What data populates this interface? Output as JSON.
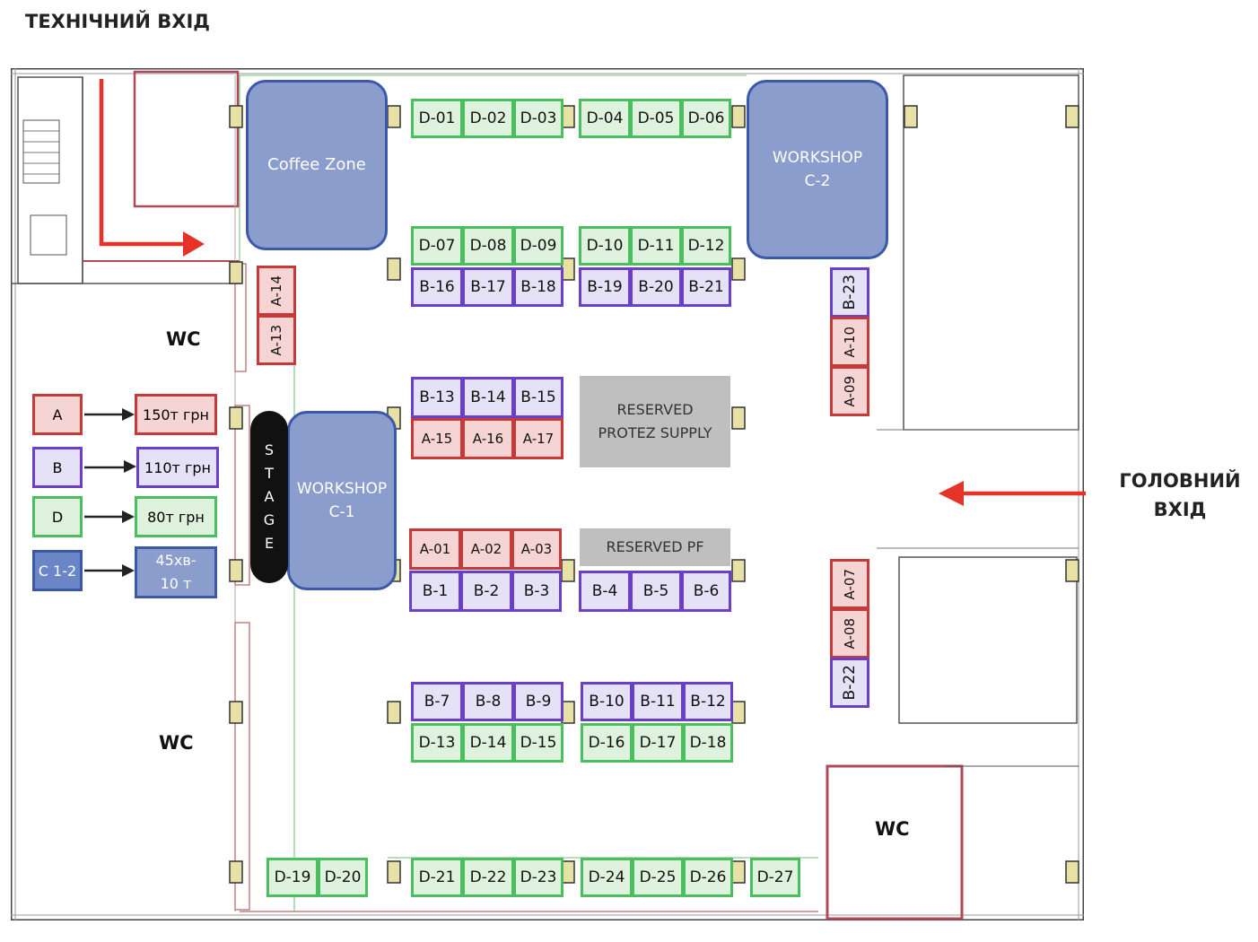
{
  "titles": {
    "technical_entrance": "ТЕХНІЧНИЙ ВХІД",
    "main_entrance_line1": "ГОЛОВНИЙ",
    "main_entrance_line2": "ВХІД"
  },
  "colors": {
    "D": "#4bbf5f",
    "B": "#6a3fc9",
    "A": "#c63a3a",
    "C": "#3c58a8",
    "arrow": "#e63329"
  },
  "zones": {
    "coffee": "Coffee Zone",
    "workshop_c2_line1": "WORKSHOP",
    "workshop_c2_line2": "C-2",
    "workshop_c1_line1": "WORKSHOP",
    "workshop_c1_line2": "C-1",
    "stage_letters": [
      "S",
      "T",
      "A",
      "G",
      "E"
    ],
    "reserved_protez": "RESERVED\nPROTEZ SUPPLY",
    "reserved_pf": "RESERVED PF"
  },
  "wc_labels": [
    "WC",
    "WC",
    "WC"
  ],
  "legend": [
    {
      "key": "A",
      "price": "150т грн"
    },
    {
      "key": "B",
      "price": "110т грн"
    },
    {
      "key": "D",
      "price": "80т грн"
    },
    {
      "key": "C 1-2",
      "price": "45хв-\n10 т"
    }
  ],
  "booths": {
    "D_top": [
      "D-01",
      "D-02",
      "D-03",
      "D-04",
      "D-05",
      "D-06"
    ],
    "D_row2": [
      "D-07",
      "D-08",
      "D-09",
      "D-10",
      "D-11",
      "D-12"
    ],
    "B_row3": [
      "B-16",
      "B-17",
      "B-18",
      "B-19",
      "B-20",
      "B-21"
    ],
    "B_mid1": [
      "B-13",
      "B-14",
      "B-15"
    ],
    "A_mid1": [
      "A-15",
      "A-16",
      "A-17"
    ],
    "A_mid2": [
      "A-01",
      "A-02",
      "A-03"
    ],
    "B_mid2": [
      "B-1",
      "B-2",
      "B-3",
      "B-4",
      "B-5",
      "B-6"
    ],
    "B_row7": [
      "B-7",
      "B-8",
      "B-9",
      "B-10",
      "B-11",
      "B-12"
    ],
    "D_row8": [
      "D-13",
      "D-14",
      "D-15",
      "D-16",
      "D-17",
      "D-18"
    ],
    "D_bottom": [
      "D-19",
      "D-20",
      "D-21",
      "D-22",
      "D-23",
      "D-24",
      "D-25",
      "D-26",
      "D-27"
    ],
    "left_col": [
      "A-14",
      "A-13"
    ],
    "right_upper": [
      "B-23",
      "A-10",
      "A-09"
    ],
    "right_lower": [
      "A-07",
      "A-08",
      "B-22"
    ]
  }
}
